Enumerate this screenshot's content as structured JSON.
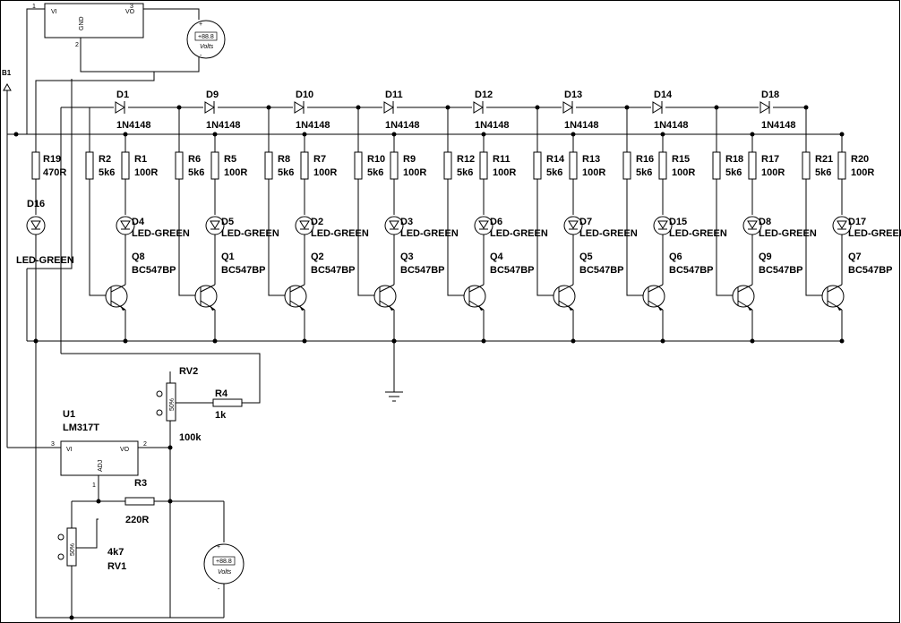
{
  "regulator_top": {
    "vi": "VI",
    "vo": "VO",
    "gnd": "GND",
    "pin1": "1",
    "pin2": "2",
    "pin3": "3"
  },
  "voltmeter_top": {
    "display": "+88.8",
    "unit": "Volts",
    "plus": "+",
    "minus": "-"
  },
  "battery": {
    "label": "B1"
  },
  "diodes": [
    {
      "name": "D1",
      "part": "1N4148"
    },
    {
      "name": "D9",
      "part": "1N4148"
    },
    {
      "name": "D10",
      "part": "1N4148"
    },
    {
      "name": "D11",
      "part": "1N4148"
    },
    {
      "name": "D12",
      "part": "1N4148"
    },
    {
      "name": "D13",
      "part": "1N4148"
    },
    {
      "name": "D14",
      "part": "1N4148"
    },
    {
      "name": "D18",
      "part": "1N4148"
    }
  ],
  "r19": {
    "name": "R19",
    "value": "470R"
  },
  "d16": {
    "name": "D16",
    "part": "LED-GREEN"
  },
  "stages": [
    {
      "rb": "R2",
      "rb_val": "5k6",
      "rc": "R1",
      "rc_val": "100R",
      "led": "D4",
      "led_part": "LED-GREEN",
      "q": "Q8",
      "q_part": "BC547BP"
    },
    {
      "rb": "R6",
      "rb_val": "5k6",
      "rc": "R5",
      "rc_val": "100R",
      "led": "D5",
      "led_part": "LED-GREEN",
      "q": "Q1",
      "q_part": "BC547BP"
    },
    {
      "rb": "R8",
      "rb_val": "5k6",
      "rc": "R7",
      "rc_val": "100R",
      "led": "D2",
      "led_part": "LED-GREEN",
      "q": "Q2",
      "q_part": "BC547BP"
    },
    {
      "rb": "R10",
      "rb_val": "5k6",
      "rc": "R9",
      "rc_val": "100R",
      "led": "D3",
      "led_part": "LED-GREEN",
      "q": "Q3",
      "q_part": "BC547BP"
    },
    {
      "rb": "R12",
      "rb_val": "5k6",
      "rc": "R11",
      "rc_val": "100R",
      "led": "D6",
      "led_part": "LED-GREEN",
      "q": "Q4",
      "q_part": "BC547BP"
    },
    {
      "rb": "R14",
      "rb_val": "5k6",
      "rc": "R13",
      "rc_val": "100R",
      "led": "D7",
      "led_part": "LED-GREEN",
      "q": "Q5",
      "q_part": "BC547BP"
    },
    {
      "rb": "R16",
      "rb_val": "5k6",
      "rc": "R15",
      "rc_val": "100R",
      "led": "D15",
      "led_part": "LED-GREEN",
      "q": "Q6",
      "q_part": "BC547BP"
    },
    {
      "rb": "R18",
      "rb_val": "5k6",
      "rc": "R17",
      "rc_val": "100R",
      "led": "D8",
      "led_part": "LED-GREEN",
      "q": "Q9",
      "q_part": "BC547BP"
    },
    {
      "rb": "R21",
      "rb_val": "5k6",
      "rc": "R20",
      "rc_val": "100R",
      "led": "D17",
      "led_part": "LED-GREEN",
      "q": "Q7",
      "q_part": "BC547BP"
    }
  ],
  "rv2": {
    "name": "RV2",
    "value": "100k",
    "pct": "50%"
  },
  "r4": {
    "name": "R4",
    "value": "1k"
  },
  "u1": {
    "name": "U1",
    "part": "LM317T",
    "vi": "VI",
    "vo": "VO",
    "adj": "ADJ",
    "pin3": "3",
    "pin2": "2",
    "pin1": "1"
  },
  "r3": {
    "name": "R3",
    "value": "220R"
  },
  "rv1": {
    "name": "RV1",
    "value": "4k7",
    "pct": "50%"
  },
  "voltmeter_bottom": {
    "display": "+88.8",
    "unit": "Volts",
    "plus": "+",
    "minus": "-"
  }
}
